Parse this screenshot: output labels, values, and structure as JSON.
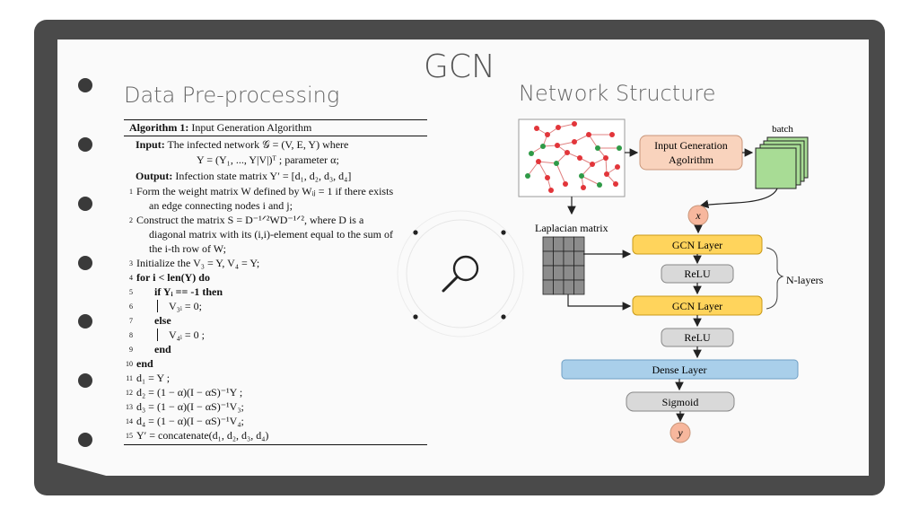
{
  "slide": {
    "title": "GCN",
    "left_heading": "Data Pre-processing",
    "right_heading": "Network Structure"
  },
  "algorithm": {
    "caption_bold": "Algorithm 1:",
    "caption_rest": " Input Generation Algorithm",
    "input_label": "Input:",
    "input_text": " The infected network 𝒢 = (V, E, Y) where",
    "input_text2": "Y = (Y₁, ..., Y|V|)ᵀ ; parameter α;",
    "output_label": "Output:",
    "output_text": " Infection state matrix Y′ = [d₁, d₂, d₃, d₄]",
    "lines": [
      {
        "num": "1",
        "text": "Form the weight matrix W defined by Wᵢⱼ = 1 if there exists"
      },
      {
        "num": "",
        "text": "an edge connecting nodes i and j;"
      },
      {
        "num": "2",
        "text": "Construct the matrix S = D⁻¹ᐟ²WD⁻¹ᐟ², where D is a"
      },
      {
        "num": "",
        "text": "diagonal matrix with its (i,i)-element equal to the sum of"
      },
      {
        "num": "",
        "text": "the i-th row of W;"
      },
      {
        "num": "3",
        "text": "Initialize the V₃ = Y, V₄ = Y;"
      },
      {
        "num": "4",
        "text": "for i < len(Y) do"
      },
      {
        "num": "5",
        "text": "if Yᵢ == -1 then"
      },
      {
        "num": "6",
        "text": "V₃ᵢ = 0;"
      },
      {
        "num": "7",
        "text": "else"
      },
      {
        "num": "8",
        "text": "V₄ᵢ = 0 ;"
      },
      {
        "num": "9",
        "text": "end"
      },
      {
        "num": "10",
        "text": "end"
      },
      {
        "num": "11",
        "text": "d₁ = Y ;"
      },
      {
        "num": "12",
        "text": "d₂ = (1 − α)(I − αS)⁻¹Y ;"
      },
      {
        "num": "13",
        "text": "d₃ = (1 − α)(I − αS)⁻¹V₃;"
      },
      {
        "num": "14",
        "text": "d₄ = (1 − α)(I − αS)⁻¹V₄;"
      },
      {
        "num": "15",
        "text": "Y′ = concatenate(d₁, d₂, d₃, d₄)"
      }
    ]
  },
  "network": {
    "input_gen": "Input Generation",
    "input_gen2": "Agolrithm",
    "batch": "batch",
    "x_node": "x",
    "laplacian": "Laplacian matrix",
    "gcn_layer_1": "GCN Layer",
    "relu_1": "ReLU",
    "gcn_layer_2": "GCN Layer",
    "n_layers": "N-layers",
    "relu_2": "ReLU",
    "dense": "Dense Layer",
    "sigmoid": "Sigmoid",
    "y_node": "y"
  },
  "colors": {
    "gcn_fill": "#ffd45c",
    "relu_fill": "#d9d9d9",
    "dense_fill": "#a9cfea",
    "input_gen_fill": "#f9d3bd",
    "node_fill": "#f7b79d",
    "batch_fill": "#a8dc95",
    "red_node": "#e2353a",
    "green_node": "#2f9a47"
  },
  "icons": {
    "center": "magnifier-icon"
  }
}
